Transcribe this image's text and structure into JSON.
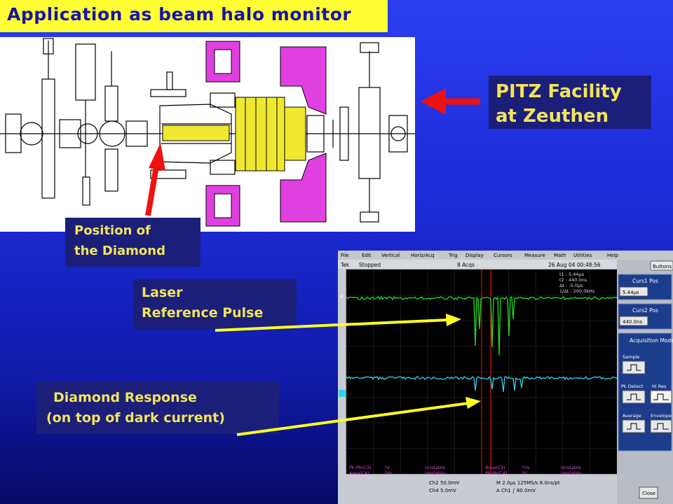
{
  "title": "Application as beam halo monitor",
  "pitz_label": {
    "line1": "PITZ Facility",
    "line2": "at Zeuthen"
  },
  "position_label": {
    "line1": "Position of",
    "line2": "the Diamond"
  },
  "laser_label": {
    "line1": "Laser",
    "line2": "Reference Pulse"
  },
  "diamond_label": {
    "line1": "Diamond Response",
    "line2": "(on top of dark current)"
  },
  "scope": {
    "menu": [
      "File",
      "Edit",
      "Vertical",
      "Horiz/Acq",
      "Trig",
      "Display",
      "Cursors",
      "Measure",
      "Math",
      "Utilities",
      "Help"
    ],
    "status_left": "Tek",
    "status_mode": "Stopped",
    "status_acqs": "8 Acqs",
    "status_date": "26 Aug 04 00:48:56",
    "buttons_label": "Buttons",
    "curs1_title": "Curs1 Pos",
    "curs1_value": "5.44µs",
    "curs2_title": "Curs2 Pos",
    "curs2_value": "440.0ns",
    "acq_title": "Acquisition Mode",
    "sample": "Sample",
    "pk_detect": "Pk Detect",
    "hi_res": "Hi Res",
    "average": "Average",
    "envelope": "Envelope",
    "close": "Close",
    "readout": [
      "t1 : 5.44µs",
      "t2 : 440.0ns",
      "Δt : -5.0µs",
      "1/Δt : 200.0kHz"
    ],
    "meas_row1": [
      "Pk-Pk(C3)",
      "?V",
      "Unstable",
      "Area(C3)",
      "?Vs",
      "Unstable"
    ],
    "meas_row2": [
      "Area(C4)",
      "?Vs",
      "Unstable",
      "Pk-Pk(C4)",
      "?V",
      "Unstable"
    ],
    "bottom_ch2": "Ch2   50.0mV",
    "bottom_ch4": "Ch4   5.0mV",
    "bottom_time": "M 2.0µs  125MS/s   8.0ns/pt",
    "bottom_trig": "A  Ch1  ∫  80.0mV",
    "ch_marker": "4",
    "colors": {
      "trace_green": "#22dd22",
      "trace_cyan": "#2fd5e8",
      "meas_magenta": "#d84ad8",
      "cursor": "#e02020"
    }
  }
}
